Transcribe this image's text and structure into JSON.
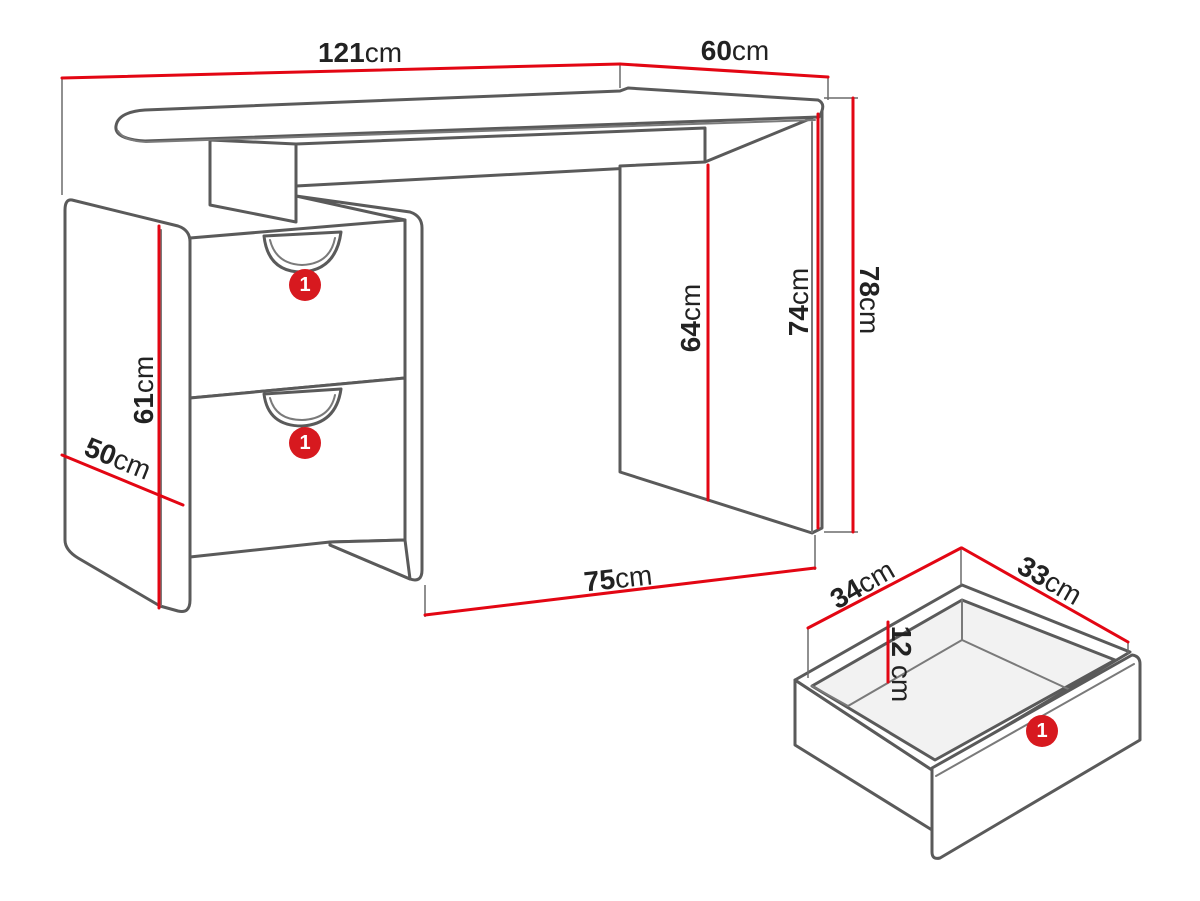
{
  "dimensions": {
    "width": {
      "value": "121",
      "unit": "cm"
    },
    "depth": {
      "value": "60",
      "unit": "cm"
    },
    "total_height": {
      "value": "78",
      "unit": "cm"
    },
    "leg_height": {
      "value": "74",
      "unit": "cm"
    },
    "inner_height": {
      "value": "64",
      "unit": "cm"
    },
    "cabinet_height": {
      "value": "61",
      "unit": "cm"
    },
    "cabinet_depth": {
      "value": "50",
      "unit": "cm"
    },
    "knee_width": {
      "value": "75",
      "unit": "cm"
    },
    "drawer_depth": {
      "value": "34",
      "unit": "cm"
    },
    "drawer_width": {
      "value": "33",
      "unit": "cm"
    },
    "drawer_height": {
      "value": "12",
      "unit": "cm"
    }
  },
  "markers": [
    {
      "label": "1"
    },
    {
      "label": "1"
    },
    {
      "label": "1"
    }
  ],
  "colors": {
    "dimension_line": "#e30613",
    "outline": "#5a5a5a",
    "marker": "#d7191f"
  }
}
